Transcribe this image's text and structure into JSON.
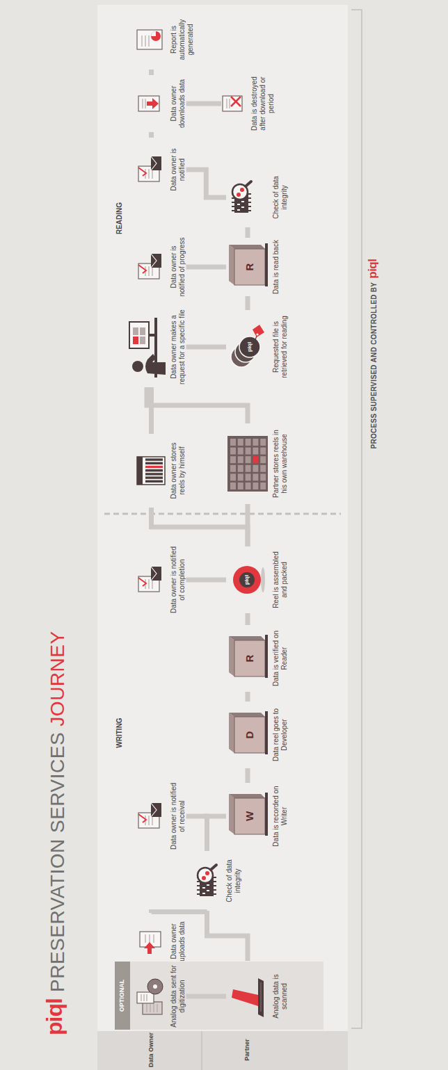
{
  "diagram": {
    "title": "PRESERVATION SERVICES JOURNEY",
    "nodes": [
      {
        "text": [
          "Analog data sent for digitization"
        ]
      },
      {
        "text": [
          "Analog data is scanned"
        ]
      },
      {
        "text": [
          "Data owner uploads data"
        ]
      },
      {
        "text": [
          "Check of data integrity"
        ]
      },
      {
        "text": [
          "Data owner is notified of receival"
        ]
      },
      {
        "text": [
          "W",
          "Data is recorded on Writer"
        ]
      },
      {
        "text": [
          "D",
          "Data reel goes to Developer"
        ]
      },
      {
        "text": [
          "R",
          "Data is verified on Reader"
        ]
      },
      {
        "text": [
          "Data owner is notified of completion"
        ]
      },
      {
        "text": [
          "piql",
          "Reel is assembled and packed"
        ]
      },
      {
        "text": [
          "Data owner stores reels by himself"
        ]
      },
      {
        "text": [
          "Partner stores reels in his own warehouse"
        ]
      },
      {
        "text": [
          "Data owner makes a request for a specific file"
        ]
      },
      {
        "text": [
          "piql",
          "Requested file is retrieved for reading"
        ]
      },
      {
        "text": [
          "Data owner is notified of progress"
        ]
      },
      {
        "text": [
          "R",
          "Data is read back"
        ]
      },
      {
        "text": [
          "Check of data integrity"
        ]
      },
      {
        "text": [
          "Data owner is notified"
        ]
      },
      {
        "text": [
          "Data owner downloads data"
        ]
      },
      {
        "text": [
          "Report is automatically generated"
        ]
      },
      {
        "text": [
          "Data is destroyed after download or period"
        ]
      }
    ],
    "edges": [
      {
        "from": 0,
        "to": 1,
        "arrow": "none"
      },
      {
        "from": 1,
        "to": 3,
        "arrow": "none"
      },
      {
        "from": 2,
        "to": 3,
        "arrow": "none"
      },
      {
        "from": 3,
        "to": 4,
        "arrow": "none"
      },
      {
        "from": 3,
        "to": 5,
        "arrow": "none"
      },
      {
        "from": 5,
        "to": 6,
        "arrow": "none"
      },
      {
        "from": 6,
        "to": 7,
        "arrow": "none"
      },
      {
        "from": 7,
        "to": 9,
        "arrow": "none"
      },
      {
        "from": 9,
        "to": 8,
        "arrow": "none"
      },
      {
        "from": 9,
        "to": 10,
        "arrow": "none"
      },
      {
        "from": 9,
        "to": 11,
        "arrow": "none"
      },
      {
        "from": 10,
        "to": 12,
        "arrow": "none"
      },
      {
        "from": 11,
        "to": 12,
        "arrow": "none"
      },
      {
        "from": 12,
        "to": 13,
        "arrow": "none"
      },
      {
        "from": 13,
        "to": 15,
        "arrow": "none"
      },
      {
        "from": 15,
        "to": 14,
        "arrow": "none"
      },
      {
        "from": 15,
        "to": 16,
        "arrow": "none"
      },
      {
        "from": 16,
        "to": 17,
        "arrow": "none"
      },
      {
        "from": 17,
        "to": 18,
        "arrow": "none"
      },
      {
        "from": 18,
        "to": 19,
        "arrow": "none"
      },
      {
        "from": 18,
        "to": 20,
        "arrow": "none"
      }
    ],
    "labels": [
      "piql",
      "Data Owner",
      "Partner",
      "OPTIONAL",
      "WRITING",
      "READING",
      "PROCESS SUPERVISED AND CONTROLLED BY",
      "piql"
    ]
  }
}
